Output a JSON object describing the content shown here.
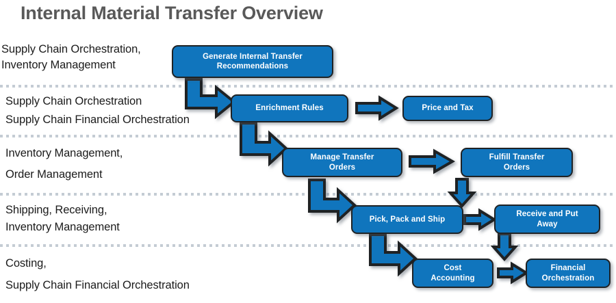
{
  "title": "Internal Material Transfer Overview",
  "diagram": {
    "type": "swimlane-flow",
    "accent_color": "#1075bd",
    "outline_color": "#1f2224",
    "separator_color": "#c4ccd4",
    "title_color": "#595959",
    "lanes": [
      {
        "id": "lane-1",
        "label_lines": [
          "Supply Chain Orchestration,",
          "Inventory Management"
        ]
      },
      {
        "id": "lane-2",
        "label_lines": [
          "Supply Chain Orchestration",
          "Supply Chain Financial Orchestration"
        ]
      },
      {
        "id": "lane-3",
        "label_lines": [
          "Inventory Management,",
          "Order Management"
        ]
      },
      {
        "id": "lane-4",
        "label_lines": [
          "Shipping, Receiving,",
          "Inventory Management"
        ]
      },
      {
        "id": "lane-5",
        "label_lines": [
          "Costing,",
          "Supply Chain Financial Orchestration"
        ]
      }
    ],
    "nodes": [
      {
        "id": "generate-internal-transfer-recommendations",
        "lines": [
          "Generate Internal Transfer",
          "Recommendations"
        ]
      },
      {
        "id": "enrichment-rules",
        "lines": [
          "Enrichment Rules"
        ]
      },
      {
        "id": "price-and-tax",
        "lines": [
          "Price and Tax"
        ]
      },
      {
        "id": "manage-transfer-orders",
        "lines": [
          "Manage Transfer",
          "Orders"
        ]
      },
      {
        "id": "fulfill-transfer-orders",
        "lines": [
          "Fulfill Transfer",
          "Orders"
        ]
      },
      {
        "id": "pick-pack-and-ship",
        "lines": [
          "Pick, Pack and Ship"
        ]
      },
      {
        "id": "receive-and-put-away",
        "lines": [
          "Receive and Put",
          "Away"
        ]
      },
      {
        "id": "cost-accounting",
        "lines": [
          "Cost",
          "Accounting"
        ]
      },
      {
        "id": "financial-orchestration",
        "lines": [
          "Financial",
          "Orchestration"
        ]
      }
    ],
    "connections": [
      {
        "from": "generate-internal-transfer-recommendations",
        "to": "enrichment-rules",
        "kind": "elbow-down-right"
      },
      {
        "from": "enrichment-rules",
        "to": "price-and-tax",
        "kind": "right"
      },
      {
        "from": "enrichment-rules",
        "to": "manage-transfer-orders",
        "kind": "elbow-down-right"
      },
      {
        "from": "manage-transfer-orders",
        "to": "fulfill-transfer-orders",
        "kind": "right"
      },
      {
        "from": "manage-transfer-orders",
        "to": "pick-pack-and-ship",
        "kind": "elbow-down-right"
      },
      {
        "from": "fulfill-transfer-orders",
        "to": "receive-and-put-away",
        "kind": "down"
      },
      {
        "from": "pick-pack-and-ship",
        "to": "receive-and-put-away",
        "kind": "right"
      },
      {
        "from": "pick-pack-and-ship",
        "to": "cost-accounting",
        "kind": "elbow-down-right"
      },
      {
        "from": "receive-and-put-away",
        "to": "cost-accounting-column",
        "kind": "down"
      },
      {
        "from": "cost-accounting",
        "to": "financial-orchestration",
        "kind": "right"
      }
    ]
  }
}
